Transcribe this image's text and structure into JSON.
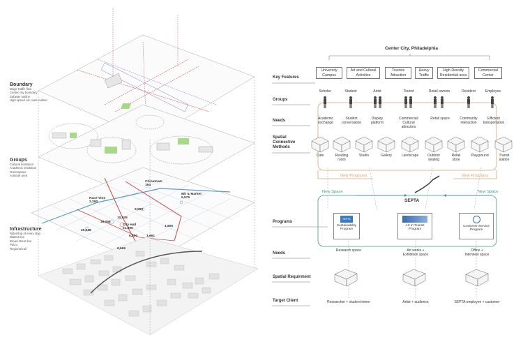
{
  "left": {
    "boundary": {
      "title": "Boundary",
      "legend": [
        "Major traffic flow",
        "Center city boundary",
        "Subway outline",
        "High speed car route outline"
      ]
    },
    "groups": {
      "title": "Groups",
      "legend": [
        "Cultural institution",
        "Academic institution",
        "Greenspace",
        "Activate area"
      ]
    },
    "infrastructure": {
      "title": "Infrastructure",
      "subtitle": "Ridership of every stop",
      "legend": [
        "Market line",
        "Broad street line",
        "Patco",
        "Regional rail"
      ]
    },
    "stops": {
      "chinatown_name": "Chinatown",
      "chinatown_value": "164",
      "race_vine_name": "Race-Vine",
      "race_vine_value": "2,290",
      "eighth_market_name": "8th & Market",
      "eighth_market_value": "5,579",
      "n9090": "9,090",
      "n10029": "10,029",
      "n39056": "39,056",
      "city_hall_name": "City Hall",
      "city_hall_value": "21,995",
      "n25048": "25,048",
      "n6460": "6,460",
      "n1661": "1,661",
      "n1606": "1,606",
      "n6669": "6,669"
    }
  },
  "right": {
    "title": "Center City, Philadelphia",
    "row_labels": {
      "key_features": "Key Features",
      "groups": "Groups",
      "needs": "Needs",
      "spatial_line1": "Spatial",
      "spatial_line2": "Connective",
      "spatial_line3": "Methods",
      "programs": "Programs",
      "needs2": "Needs",
      "spatial_req": "Spatial Requirment",
      "target_client": "Target Client"
    },
    "features": [
      {
        "l1": "University",
        "l2": "Campus"
      },
      {
        "l1": "Art and Cultural",
        "l2": "Activities"
      },
      {
        "l1": "Tourists",
        "l2": "Attraction"
      },
      {
        "l1": "Heavy",
        "l2": "Traffic"
      },
      {
        "l1": "High Density",
        "l2": "Residential area"
      },
      {
        "l1": "Commercial",
        "l2": "Center"
      }
    ],
    "groups": [
      "Scholar",
      "Student",
      "Artist",
      "Tourist",
      "Retail owners",
      "Resident",
      "Employee"
    ],
    "needs": [
      {
        "l1": "Academic",
        "l2": "exchange",
        "l3": ""
      },
      {
        "l1": "Student",
        "l2": "conversation",
        "l3": ""
      },
      {
        "l1": "Display",
        "l2": "platform",
        "l3": ""
      },
      {
        "l1": "Commercial/",
        "l2": "Cultural",
        "l3": "attractors"
      },
      {
        "l1": "Retail space",
        "l2": "",
        "l3": ""
      },
      {
        "l1": "Community",
        "l2": "interaction",
        "l3": ""
      },
      {
        "l1": "Efficient",
        "l2": "transportation",
        "l3": ""
      }
    ],
    "methods": [
      {
        "l1": "Cafe",
        "l2": ""
      },
      {
        "l1": "Reading",
        "l2": "room"
      },
      {
        "l1": "Studio",
        "l2": ""
      },
      {
        "l1": "Gallery",
        "l2": ""
      },
      {
        "l1": "Landscape",
        "l2": ""
      },
      {
        "l1": "Outdoor",
        "l2": "seating"
      },
      {
        "l1": "Retail",
        "l2": "store"
      },
      {
        "l1": "Playground",
        "l2": ""
      },
      {
        "l1": "Transit",
        "l2": "station"
      }
    ],
    "new_programs": "New Programs",
    "new_space": "New Space",
    "septa": "SEPTA",
    "programs": [
      {
        "logo": "SEPTA",
        "l1": "Sustainability",
        "l2": "Program"
      },
      {
        "logo": "",
        "l1": "Art In Transit",
        "l2": "Program"
      },
      {
        "logo": "",
        "l1": "Customer Service",
        "l2": "Program"
      }
    ],
    "needs2": [
      {
        "l1": "Research space",
        "l2": ""
      },
      {
        "l1": "Art works +",
        "l2": "Exhibition space"
      },
      {
        "l1": "Office +",
        "l2": "Interview space"
      }
    ],
    "clients": [
      "Researcher + student intern",
      "Artist + audience",
      "SEPTA employee + customer"
    ],
    "colors": {
      "orange": "#e0a070",
      "teal": "#3a9a8a",
      "green": "#a8d88a",
      "red": "#d04a4a",
      "blue": "#5a9ac8"
    }
  }
}
